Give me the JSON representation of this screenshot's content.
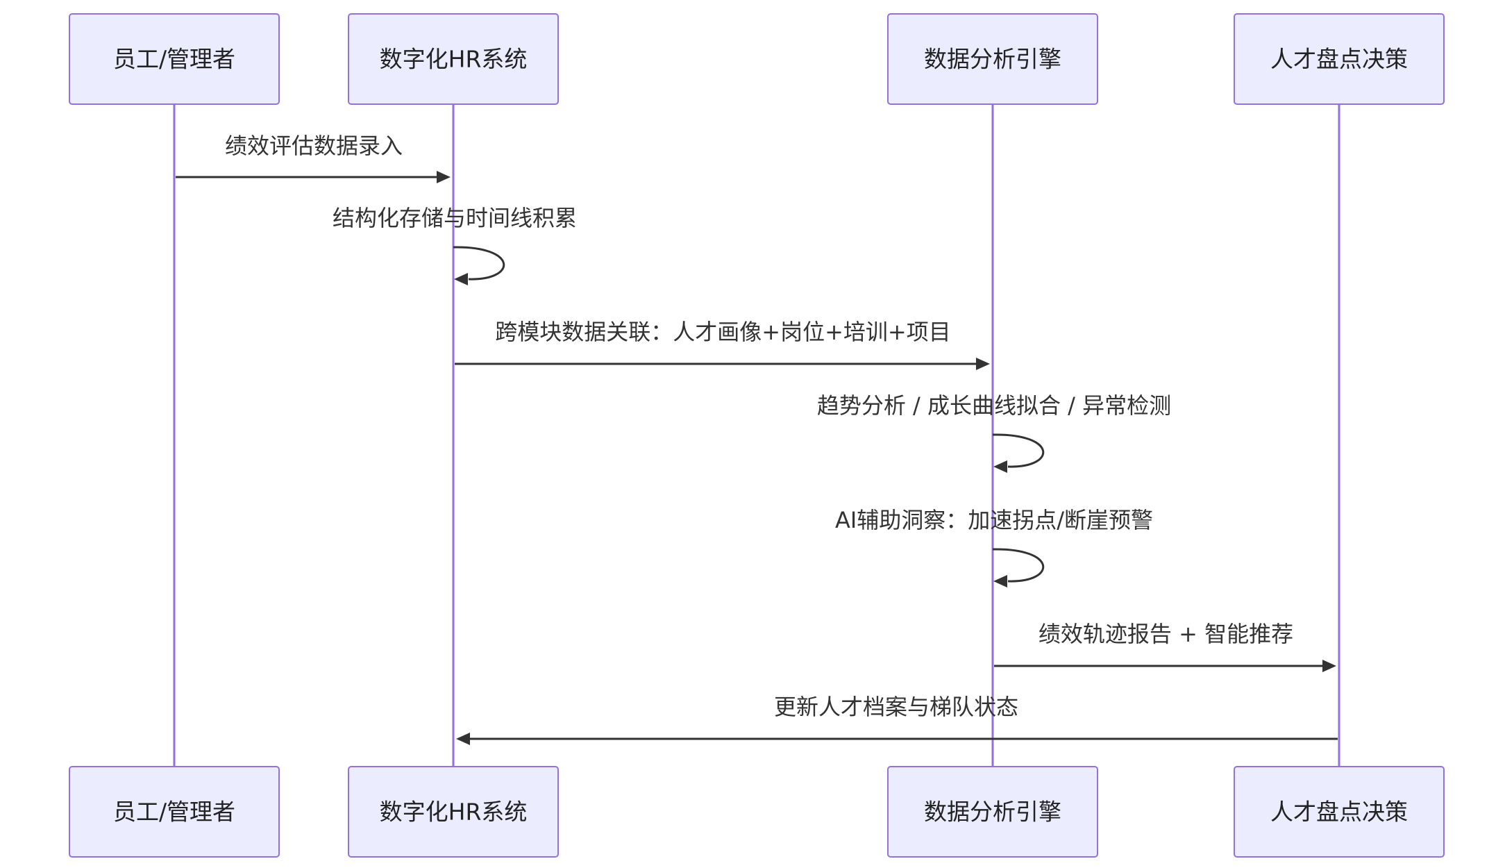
{
  "diagram": {
    "type": "sequence",
    "colors": {
      "actor_fill": "#ececff",
      "actor_border": "#9370db",
      "lifeline": "#9370db",
      "message": "#333333",
      "text": "#222222"
    },
    "participants": [
      {
        "id": "user",
        "label": "员工/管理者"
      },
      {
        "id": "hr",
        "label": "数字化HR系统"
      },
      {
        "id": "engine",
        "label": "数据分析引擎"
      },
      {
        "id": "decision",
        "label": "人才盘点决策"
      }
    ],
    "messages": [
      {
        "from": 0,
        "to": 1,
        "label": "绩效评估数据录入"
      },
      {
        "from": 1,
        "to": 1,
        "label": "结构化存储与时间线积累"
      },
      {
        "from": 1,
        "to": 2,
        "label": "跨模块数据关联：人才画像+岗位+培训+项目"
      },
      {
        "from": 2,
        "to": 2,
        "label": "趋势分析 / 成长曲线拟合 / 异常检测"
      },
      {
        "from": 2,
        "to": 2,
        "label": "AI辅助洞察：加速拐点/断崖预警"
      },
      {
        "from": 2,
        "to": 3,
        "label": "绩效轨迹报告 + 智能推荐"
      },
      {
        "from": 3,
        "to": 1,
        "label": "更新人才档案与梯队状态"
      }
    ]
  }
}
